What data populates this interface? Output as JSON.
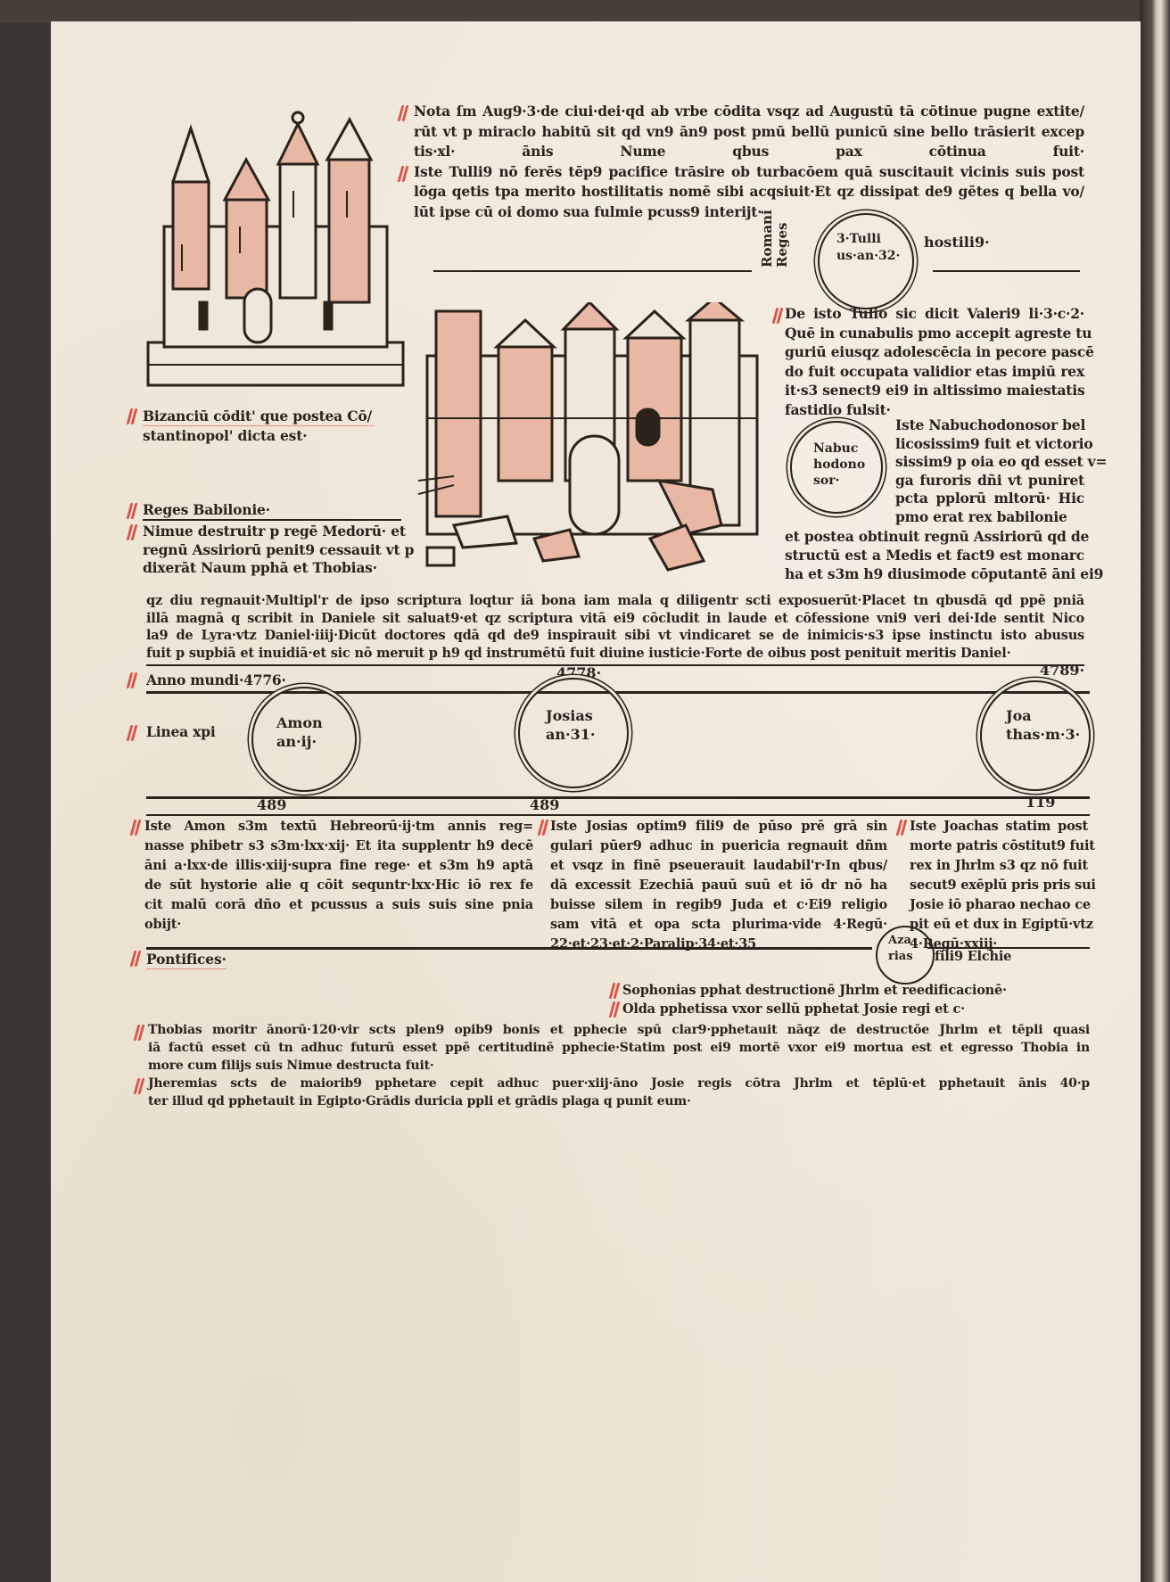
{
  "top_note": {
    "lines": [
      "Nota ſm Aug9·3·de ciui·dei·qd ab vrbe cōdita vsqz ad Augustū tā cōtinue pugne extite/",
      "rūt vt p miraclo habitū sit qd vn9 ān9 post pmū bellū punicū sine bello trāsierit excep",
      "tis·xl· ānis Nume qbus pax cōtinua fuit·",
      "Iste Tulli9 nō ferēs tēp9 pacifice trāsire ob turbacōem quā suscitauit vicinis suis post",
      "lōga qetis tpa merito hostilitatis nomē sibi acqsiuit·Et qz dissipat de9 gētes q bella vo/",
      "lūt ipse cū oi domo sua fulmie pcuss9 interijt·"
    ]
  },
  "romani_reges": {
    "label_1": "Romani",
    "label_2": "Reges",
    "circle_1": "3·Tulli",
    "circle_2": "us·an·32·",
    "name": "hostili9·"
  },
  "tulio_note": {
    "lines": [
      "De isto Tulio sic dicit Valeri9 li·3·c·2·",
      "Quē in cunabulis pmo accepit agreste tu",
      "guriū eiusqz adolescēcia in pecore pascē",
      "do fuit occupata validior etas impiū rex",
      "it·s3 senect9 ei9 in altissimo maiestatis",
      "fastidio fulsit·"
    ]
  },
  "nabuc_circle": {
    "lines": [
      "Nabuc",
      "hodono",
      "sor·"
    ]
  },
  "nabuc_note": {
    "lines": [
      "Iste Nabuchodonosor bel",
      "licosissim9 fuit et victorio",
      "sissim9 p oia eo qd esset v=",
      "ga furoris dñi vt puniret",
      "pcta pplorū mltorū· Hic",
      "pmo erat rex babilonie"
    ]
  },
  "nabuc_note_cont": {
    "lines": [
      "et postea obtinuit regnū Assiriorū qd de",
      "structū est a Medis et fact9 est monarc",
      "ha et s3m h9 diusimode cōputantē āni ei9"
    ]
  },
  "bizancium": {
    "lines": [
      "Bizanciū cōdit' que postea Cō/",
      "stantinopol' dicta est·"
    ]
  },
  "reges_babilonie": {
    "title": "Reges Babilonie·",
    "lines": [
      "Nimue destruitr p regē Medorū· et",
      "regnū Assiriorū penit9 cessauit vt p",
      "dixerāt Naum pphā et Thobias·"
    ]
  },
  "main_paragraph": {
    "lines": [
      "qz diu regnauit·Multipl'r de ipso scriptura loqtur iā bona iam mala q diligentr scti exposuerūt·Placet tn qbusdā qd ppē pniā",
      "illā magnā q scribit in Daniele sit saluat9·et qz scriptura vitā ei9 cōcludit in laude et cōfessione vni9 veri dei·Ide sentit Nico",
      "la9 de Lyra·vtz Daniel·iiij·Dicūt doctores qdā qd de9 inspirauit sibi vt vindicaret se de inimicis·s3 ipse instinctu isto abusus",
      "fuit p supbiā et inuidiā·et sic nō meruit p h9 qd instrumētū fuit diuine iusticie·Forte de oibus post penituit meritis Daniel·"
    ]
  },
  "timeline": {
    "anno_mundi": "Anno mundi·4776·",
    "year_mid": "4778·",
    "year_right": "4789·",
    "linea_label": "Linea xpi",
    "kings": [
      {
        "name": "Amon",
        "years": "an·ij·"
      },
      {
        "name": "Josias",
        "years": "an·31·"
      },
      {
        "name": "Joa",
        "years": "thas·m·3·"
      }
    ],
    "below_numbers": [
      "489",
      "489",
      "119"
    ]
  },
  "amon_note": {
    "lines": [
      "Iste Amon s3m textū Hebreorū·ij·tm annis reg=",
      "nasse phibetr s3 s3m·lxx·xij· Et ita supplentr h9 decē",
      "āni a·lxx·de illis·xiij·supra fine rege· et s3m h9 aptā",
      "de sūt hystorie alie q cōit sequntr·lxx·Hic iō rex fe",
      "cit malū corā dño et pcussus a suis suis sine pnia",
      "obijt·"
    ]
  },
  "josias_note": {
    "lines": [
      "Iste Josias optim9 fili9 de pūso prē grā sin",
      "gulari pūer9 adhuc in puericia regnauit dñm",
      "et vsqz in finē pseuerauit laudabil'r·In qbus/",
      "dā excessit Ezechiā pauū suū et iō dr nō ha",
      "buisse silem in regib9 Juda et c·Ei9 religio",
      "sam vitā et opa scta plurima·vide 4·Regū·",
      "22·et·23·et·2·Paralip·34·et·35"
    ]
  },
  "joachas_note": {
    "lines": [
      "Iste Joachas statim post",
      "morte patris cōstitut9 fuit",
      "rex in Jhrlm s3 qz nō fuit",
      "secut9 exēplū pris pris sui",
      "Josie iō pharao nechao ce",
      "pit eū et dux in Egiptū·vtz",
      "4·Regū·xxiij·"
    ]
  },
  "pontifices": {
    "label": "Pontifices·",
    "azarias_1": "Aza",
    "azarias_2": "rias",
    "filius": "fili9 Elchie"
  },
  "prophets": {
    "lines": [
      "Sophonias pphat destructionē Jhrlm et reedificacionē·",
      "Olda pphetissa vxor sellū pphetat Josie regi et c·"
    ]
  },
  "thobias_note": {
    "lines": [
      "Thobias moritr ānorū·120·vir scts plen9 opib9 bonis et pphecie spū clar9·pphetauit nāqz de destructōe Jhrlm et tēpli quasi",
      "iā factū esset cū tn adhuc futurū esset ppē certitudinē pphecie·Statim post ei9 mortē vxor ei9 mortua est et egresso Thobia in",
      "more cum filijs suis Nimue destructa fuit·"
    ]
  },
  "jheremias_note": {
    "lines": [
      "Jheremias scts de maiorib9 pphetare cepit adhuc puer·xiij·āno Josie regis cōtra Jhrlm et tēplū·et pphetauit ānis 40·p",
      "ter illud qd pphetauit in Egipto·Grādis duricia ppli et grādis plaga q punit eum·"
    ]
  },
  "colors": {
    "ink": "#2b221c",
    "rubric": "#d9574a",
    "paper": "#efe7d9",
    "woodcut_tint": "#e8b8a4"
  }
}
